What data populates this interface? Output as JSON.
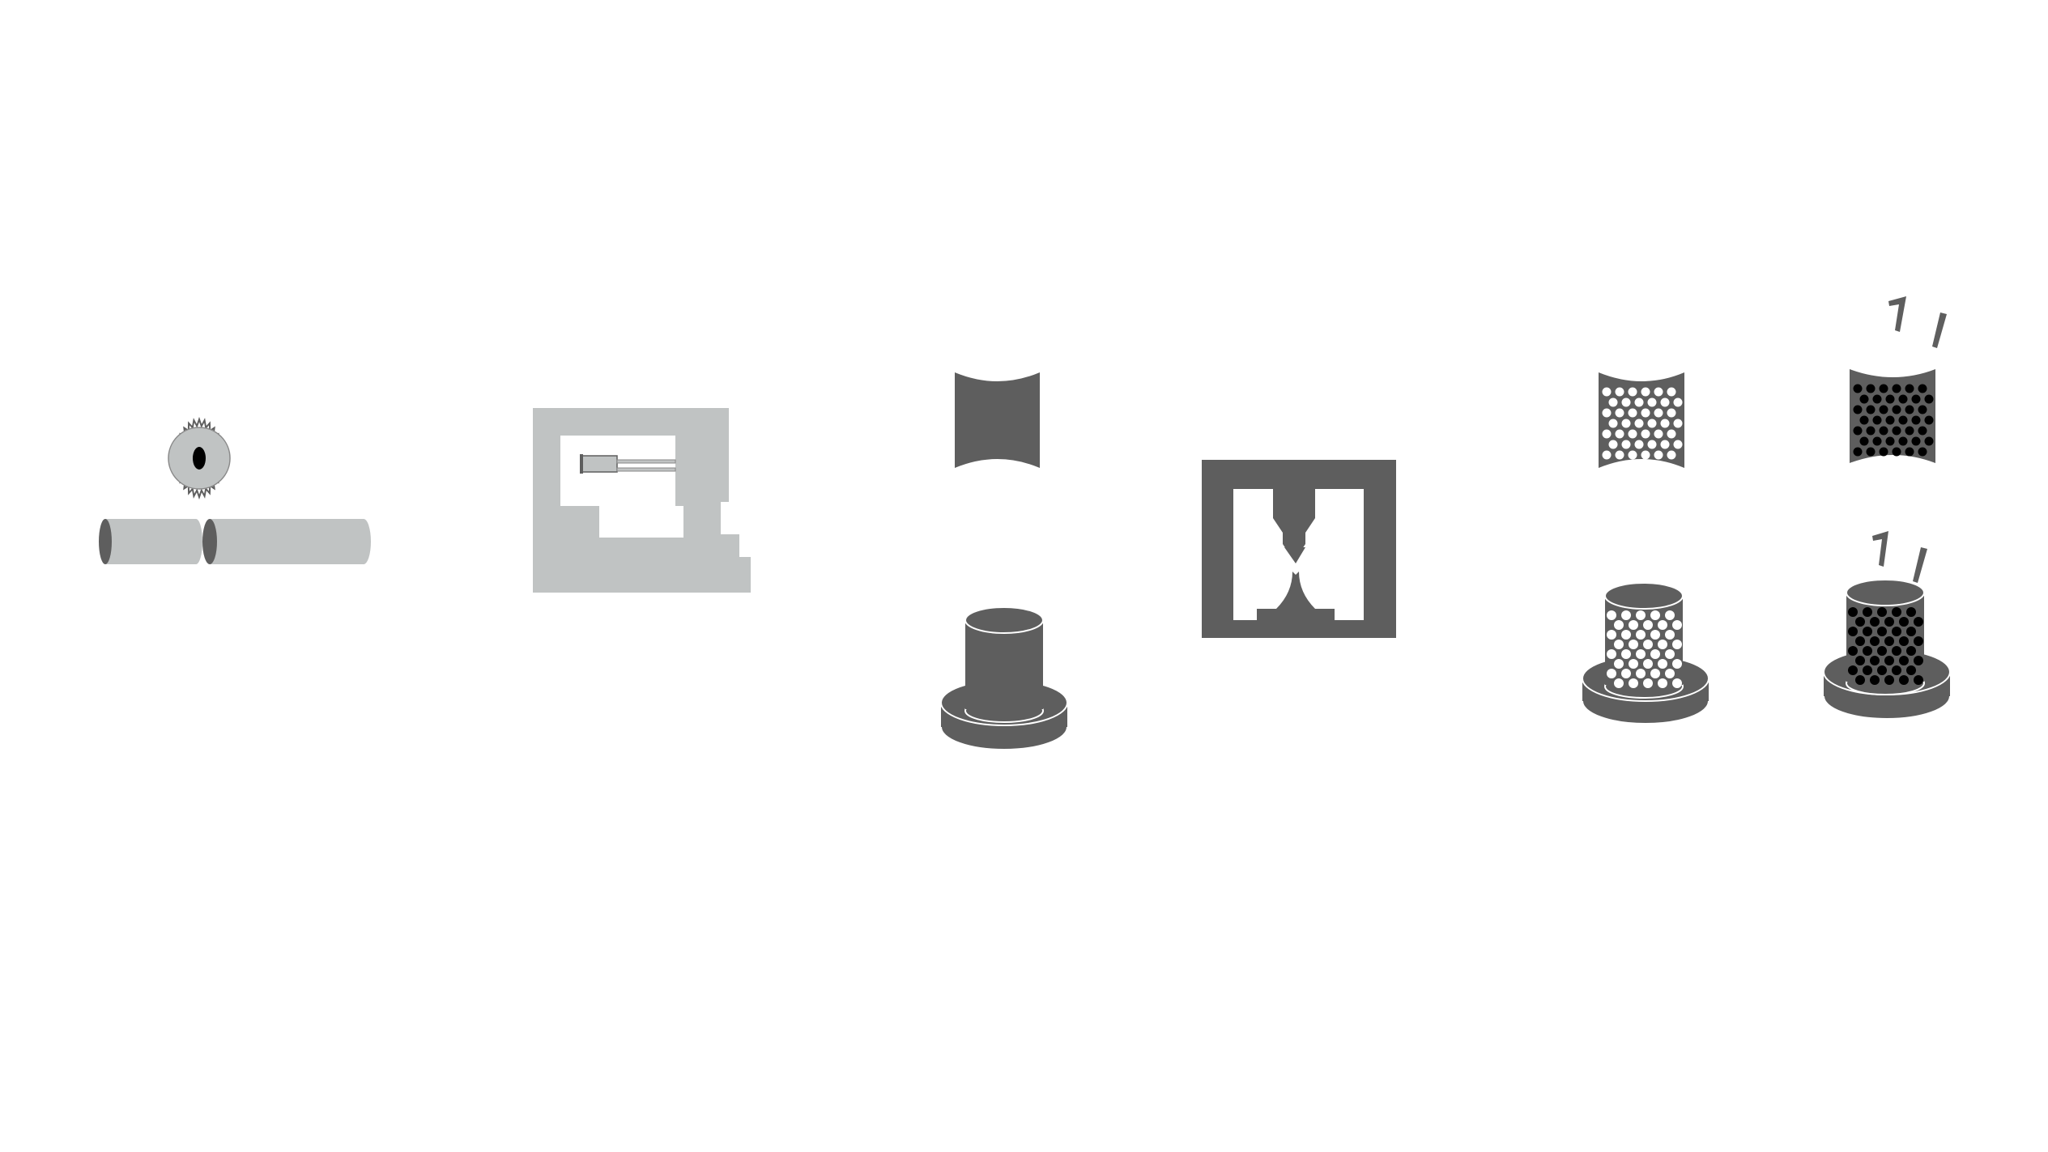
{
  "diagram": {
    "steps": [
      {
        "name": "saw-cutting-tube-stock",
        "tone": "light"
      },
      {
        "name": "cnc-lathe-machining",
        "tone": "light"
      },
      {
        "name": "machined-parts-concave-sleeve-and-flanged-cylinder",
        "tone": "dark"
      },
      {
        "name": "hot-press-forging-die",
        "tone": "dark"
      },
      {
        "name": "parts-with-white-perforation-pattern",
        "tone": "dark"
      },
      {
        "name": "parts-with-black-filled-pattern-and-spray",
        "tone": "dark"
      }
    ]
  },
  "colors": {
    "background": "#ffffff",
    "light_gray": "#c0c3c3",
    "dark_gray": "#5e5e5e",
    "dot_white": "#ffffff",
    "dot_black": "#000000"
  }
}
